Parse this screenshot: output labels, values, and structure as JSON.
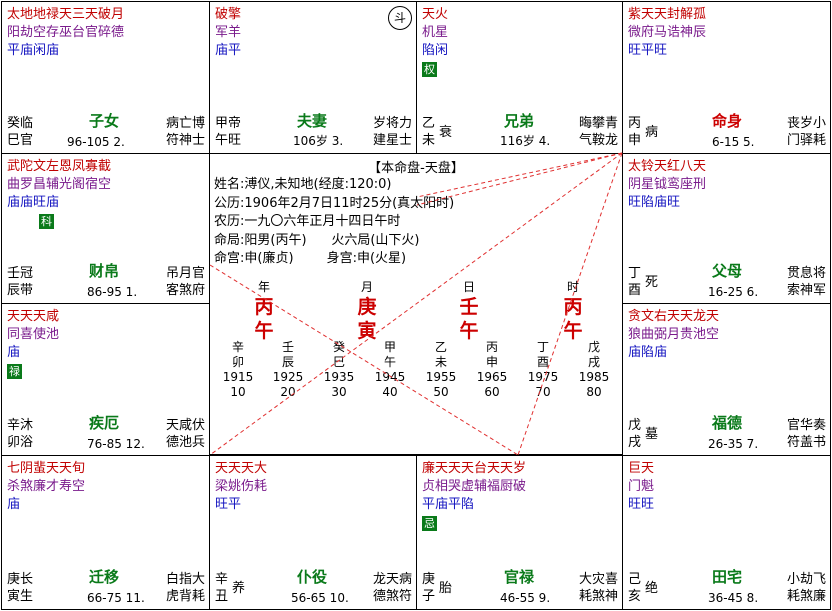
{
  "cells": [
    {
      "stars_r1": "太地地禄天三天破月",
      "stars_r2": "阳劫空存巫台官碎德",
      "stars_r3": "平庙闲庙",
      "badge": "",
      "stem": "癸临",
      "branch": "巳官",
      "palace": "子女",
      "age": "96-105 2.",
      "right1": "病亡博",
      "right2": "符神士",
      "ring": ""
    },
    {
      "stars_r1": "破擎",
      "stars_r2": "军羊",
      "stars_r3": "庙平",
      "badge": "",
      "stem": "甲帝",
      "branch": "午旺",
      "palace": "夫妻",
      "age": "106岁 3.",
      "right1": "岁将力",
      "right2": "建星士",
      "ring": "斗"
    },
    {
      "stars_r1": "天火",
      "stars_r2": "机星",
      "stars_r3": "陷闲",
      "badge": "权",
      "stem": "乙",
      "branch": "未",
      "stem2": "衰",
      "palace": "兄弟",
      "age": "116岁 4.",
      "right1": "晦攀青",
      "right2": "气鞍龙",
      "ring": ""
    },
    {
      "stars_r1": "紫天天封解孤",
      "stars_r2": "微府马诰神辰",
      "stars_r3": "旺平旺",
      "badge": "",
      "stem": "丙",
      "branch": "申",
      "stem2": "病",
      "palace": "命身",
      "age": "6-15 5.",
      "right1": "丧岁小",
      "right2": "门驿耗",
      "ring": ""
    },
    {
      "stars_r1": "武陀文左恩凤寡截",
      "stars_r2": "曲罗昌辅光阁宿空",
      "stars_r3": "庙庙旺庙",
      "badge": "科",
      "stem": "壬冠",
      "branch": "辰带",
      "palace": "财帛",
      "age": "86-95 1.",
      "right1": "吊月官",
      "right2": "客煞府",
      "ring": ""
    },
    {
      "stars_r1": "太铃天红八天",
      "stars_r2": "阴星钺鸾座刑",
      "stars_r3": "旺陷庙旺",
      "badge": "",
      "stem": "丁",
      "branch": "酉",
      "stem2": "死",
      "palace": "父母",
      "age": "16-25 6.",
      "right1": "贯息将",
      "right2": "索神军",
      "ring": ""
    },
    {
      "stars_r1": "天天天咸",
      "stars_r2": "同喜使池",
      "stars_r3": "庙",
      "badge": "禄",
      "stem": "辛沐",
      "branch": "卯浴",
      "palace": "疾厄",
      "age": "76-85 12.",
      "right1": "天咸伏",
      "right2": "德池兵",
      "ring": ""
    },
    {
      "stars_r1": "贪文右天天龙天",
      "stars_r2": "狼曲弼月贵池空",
      "stars_r3": "庙陷庙",
      "badge": "",
      "stem": "戊",
      "branch": "戌",
      "stem2": "墓",
      "palace": "福德",
      "age": "26-35 7.",
      "right1": "官华奏",
      "right2": "符盖书",
      "ring": ""
    },
    {
      "stars_r1": "七阴蜚天天旬",
      "stars_r2": "杀煞廉才寿空",
      "stars_r3": "庙",
      "badge": "",
      "stem": "庚长",
      "branch": "寅生",
      "palace": "迁移",
      "age": "66-75 11.",
      "right1": "白指大",
      "right2": "虎背耗",
      "ring": ""
    },
    {
      "stars_r1": "天天天大",
      "stars_r2": "梁姚伤耗",
      "stars_r3": "旺平",
      "badge": "",
      "stem": "辛",
      "branch": "丑",
      "stem2": "养",
      "palace": "仆役",
      "age": "56-65 10.",
      "right1": "龙天病",
      "right2": "德煞符",
      "ring": ""
    },
    {
      "stars_r1": "廉天天天台天天岁",
      "stars_r2": "贞相哭虚辅福厨破",
      "stars_r3": "平庙平陷",
      "badge": "忌",
      "stem": "庚",
      "branch": "子",
      "stem2": "胎",
      "palace": "官禄",
      "age": "46-55 9.",
      "right1": "大灾喜",
      "right2": "耗煞神",
      "ring": ""
    },
    {
      "stars_r1": "巨天",
      "stars_r2": "门魁",
      "stars_r3": "旺旺",
      "badge": "",
      "stem": "己",
      "branch": "亥",
      "stem2": "绝",
      "palace": "田宅",
      "age": "36-45 8.",
      "right1": "小劫飞",
      "right2": "耗煞廉",
      "ring": ""
    }
  ],
  "center": {
    "title": "【本命盘-天盘】",
    "lines": [
      "姓名:溥仪,未知地(经度:120:0)",
      "公历:1906年2月7日11时25分(真太阳时)",
      "农历:一九〇六年正月十四日午时",
      "命局:阳男(丙午)      火六局(山下火)",
      "命宫:申(廉贞)        身宫:申(火星)"
    ],
    "pillar_labels": [
      "年",
      "月",
      "日",
      "时"
    ],
    "pillar_stems": [
      "丙",
      "庚",
      "壬",
      "丙"
    ],
    "pillar_branches": [
      "午",
      "寅",
      "午",
      "午"
    ],
    "luck_stems": [
      "辛",
      "壬",
      "癸",
      "甲",
      "乙",
      "丙",
      "丁",
      "戊"
    ],
    "luck_branches": [
      "卯",
      "辰",
      "巳",
      "午",
      "未",
      "申",
      "酉",
      "戌"
    ],
    "luck_years": [
      "1915",
      "1925",
      "1935",
      "1945",
      "1955",
      "1965",
      "1975",
      "1985"
    ],
    "luck_ages": [
      "10",
      "20",
      "30",
      "40",
      "50",
      "60",
      "70",
      "80"
    ]
  }
}
